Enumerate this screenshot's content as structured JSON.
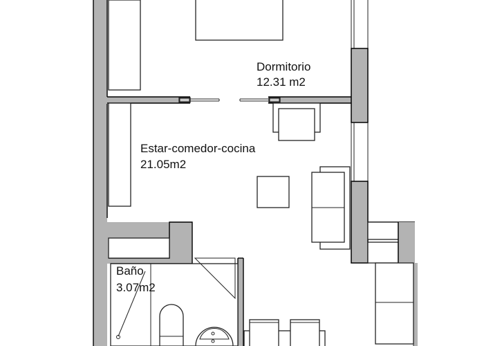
{
  "plan": {
    "rooms": [
      {
        "name": "Dormitorio",
        "area": "12.31 m2"
      },
      {
        "name": "Estar-comedor-cocina",
        "area": "21.05m2"
      },
      {
        "name": "Baño",
        "area": "3.07m2"
      }
    ],
    "colors": {
      "wall_fill": "#b3b3b3",
      "line": "#000000",
      "background": "#ffffff"
    },
    "furniture": [
      "bed",
      "wardrobe",
      "armchair",
      "coffee-table",
      "sofa",
      "kitchen-counter",
      "dining-table",
      "chairs",
      "toilet",
      "washbasin",
      "shower",
      "balcony-bench"
    ]
  }
}
